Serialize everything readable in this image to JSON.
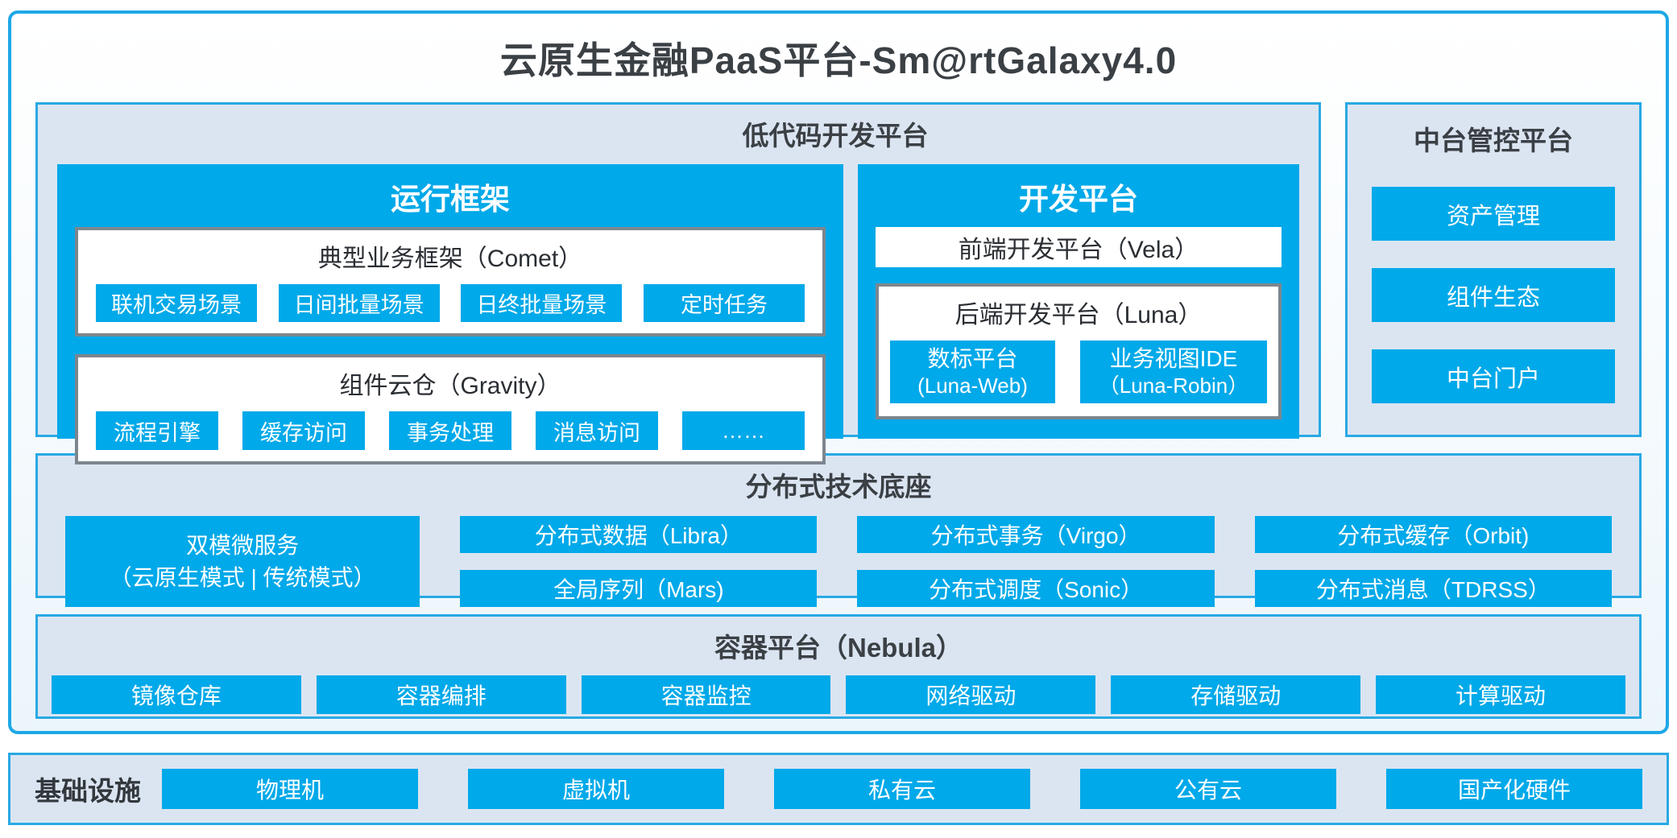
{
  "title": "云原生金融PaaS平台-Sm@rtGalaxy4.0",
  "colors": {
    "accent_blue": "#00a9e9",
    "border_blue": "#28a9e4",
    "panel_bg": "#dbe5f2",
    "gray_border": "#7d868e",
    "dark_text": "#3b4045"
  },
  "lowcode": {
    "title": "低代码开发平台",
    "runtime": {
      "title": "运行框架",
      "comet": {
        "title": "典型业务框架（Comet）",
        "items": [
          "联机交易场景",
          "日间批量场景",
          "日终批量场景",
          "定时任务"
        ]
      },
      "gravity": {
        "title": "组件云仓（Gravity）",
        "items": [
          "流程引擎",
          "缓存访问",
          "事务处理",
          "消息访问",
          "……"
        ]
      }
    },
    "dev": {
      "title": "开发平台",
      "frontend": "前端开发平台（Vela）",
      "backend": {
        "title": "后端开发平台（Luna）",
        "items": [
          {
            "line1": "数标平台",
            "line2": "(Luna-Web)"
          },
          {
            "line1": "业务视图IDE",
            "line2": "（Luna-Robin）"
          }
        ]
      }
    }
  },
  "midplatform": {
    "title": "中台管控平台",
    "items": [
      "资产管理",
      "组件生态",
      "中台门户"
    ]
  },
  "distributed": {
    "title": "分布式技术底座",
    "big_box": {
      "line1": "双模微服务",
      "line2": "（云原生模式 | 传统模式）"
    },
    "columns": [
      [
        "分布式数据（Libra）",
        "全局序列（Mars)"
      ],
      [
        "分布式事务（Virgo）",
        "分布式调度（Sonic）"
      ],
      [
        "分布式缓存（Orbit)",
        "分布式消息（TDRSS）"
      ]
    ]
  },
  "container_platform": {
    "title": "容器平台（Nebula）",
    "items": [
      "镜像仓库",
      "容器编排",
      "容器监控",
      "网络驱动",
      "存储驱动",
      "计算驱动"
    ]
  },
  "infrastructure": {
    "title": "基础设施",
    "items": [
      "物理机",
      "虚拟机",
      "私有云",
      "公有云",
      "国产化硬件"
    ]
  }
}
